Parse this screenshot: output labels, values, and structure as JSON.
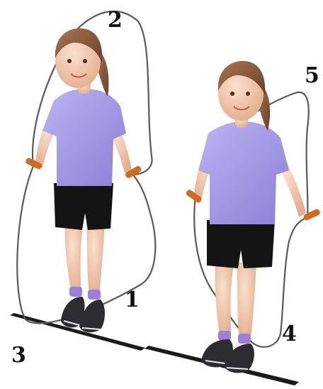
{
  "labels": {
    "one": "1",
    "two": "2",
    "three": "3",
    "four": "4",
    "five": "5"
  },
  "colors": {
    "shirt": "#a89ce8",
    "shorts": "#141414",
    "skin": "#f1c9ae",
    "hair": "#8a5a3c",
    "rope": "#555555",
    "handle": "#d36a1f",
    "ground_line": "#1a1a1a",
    "shoe": "#2b2d33",
    "sock": "#9b7fd8",
    "label": "#111111"
  }
}
